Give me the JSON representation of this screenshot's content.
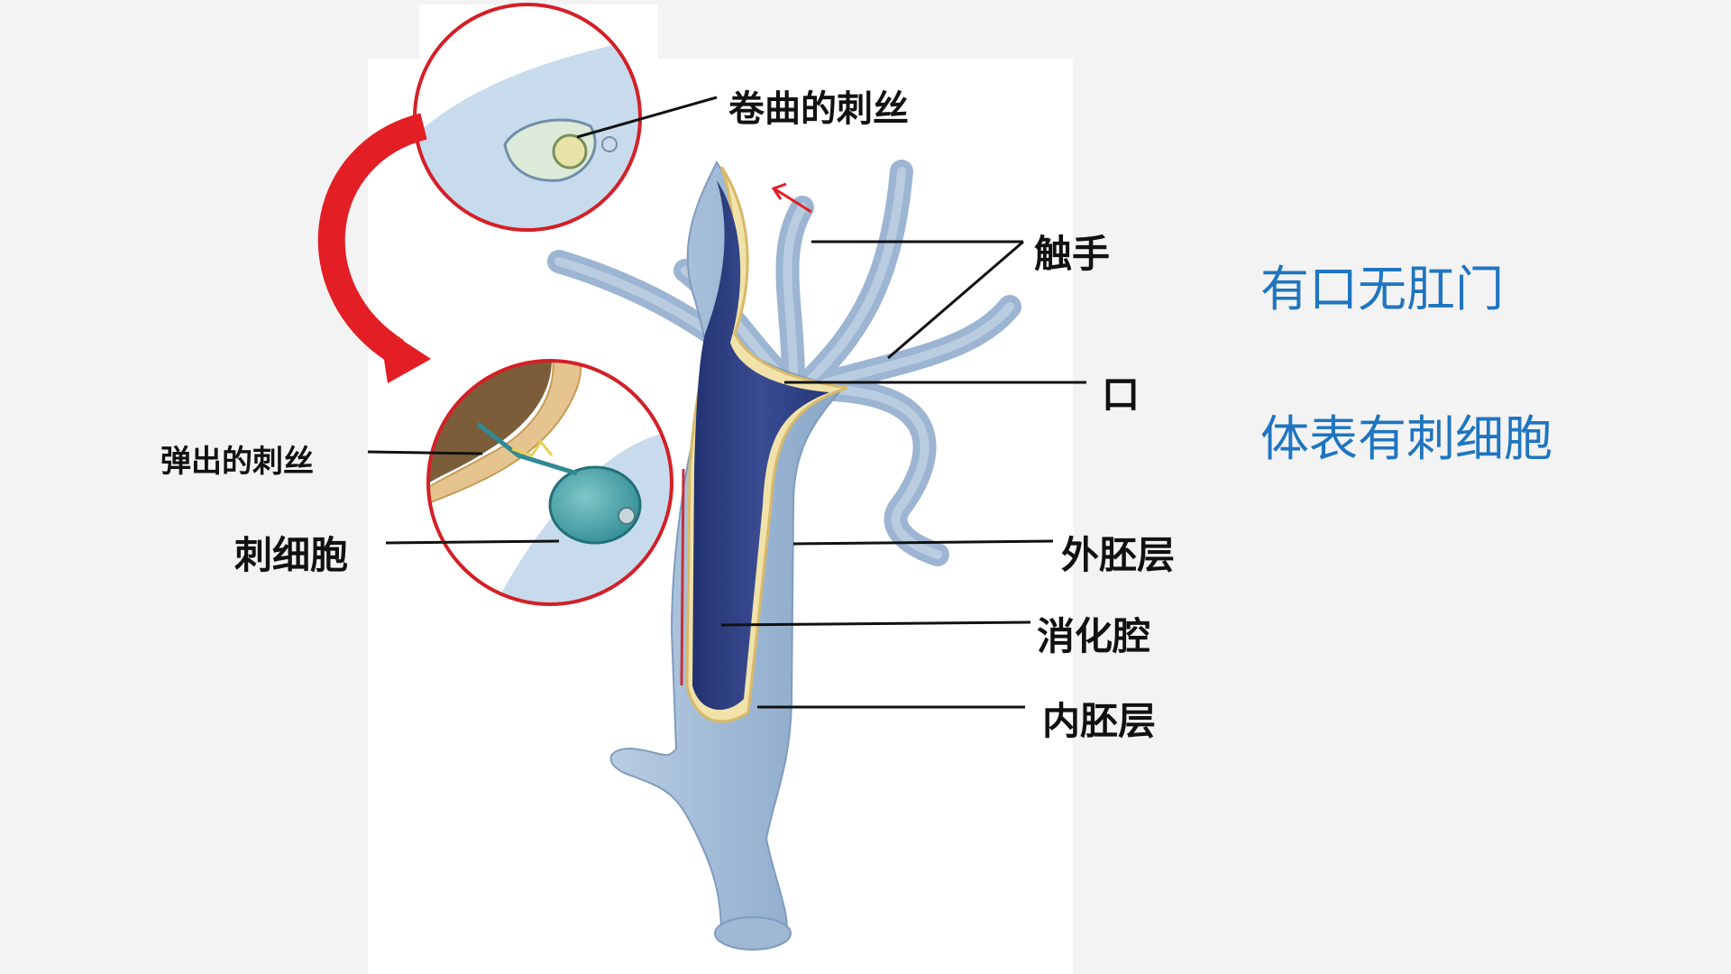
{
  "labels": {
    "coiled_thread": "卷曲的刺丝",
    "tentacles": "触手",
    "mouth": "口",
    "discharged_thread": "弹出的刺丝",
    "cnidocyte": "刺细胞",
    "ectoderm": "外胚层",
    "gastrovascular_cavity": "消化腔",
    "endoderm": "内胚层"
  },
  "notes": {
    "note_1": "有口无肛门",
    "note_2": "体表有刺细胞"
  },
  "colors": {
    "note_text": "#1f75c0",
    "circle_border": "#d41f26",
    "body_blue": "#a9c2db",
    "cavity_navy": "#2b3c7c",
    "arrow_red": "#e31e24"
  }
}
